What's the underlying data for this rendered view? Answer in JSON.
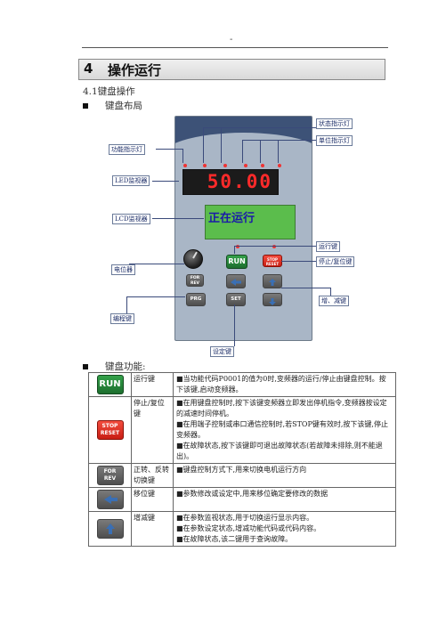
{
  "header": {
    "mark": "-"
  },
  "chapter": {
    "number": "4",
    "title": "操作运行"
  },
  "section": {
    "title": "4.1键盘操作"
  },
  "subsections": {
    "layout": "键盘布局",
    "functions": "键盘功能:"
  },
  "panel": {
    "led_value": "50.00",
    "lcd_text": "正在运行",
    "keys": {
      "run": "RUN",
      "stop_line1": "STOP",
      "stop_line2": "RESET",
      "for_line1": "FOR",
      "for_line2": "REV",
      "prg": "PRG",
      "set": "SET"
    }
  },
  "callouts": {
    "status_led": "状态指示灯",
    "unit_led": "单位指示灯",
    "function_led": "功能指示灯",
    "led_monitor": "LED监视器",
    "lcd_monitor": "LCD监视器",
    "run_key": "运行键",
    "stop_reset_key": "停止/复位键",
    "potentiometer": "电位器",
    "up_down_key": "增、减键",
    "program_key": "编程键",
    "set_key": "设定键"
  },
  "functions_table": [
    {
      "key": "RUN",
      "name": "运行键",
      "lines": [
        "■当功能代码P0001的值为0时,变频器的运行/停止由键盘控制。按下该键,启动变频器。"
      ]
    },
    {
      "key": "STOP RESET",
      "name": "停止/复位键",
      "lines": [
        "■在用键盘控制时,按下该键变频器立即发出停机指令,变频器按设定的减速时间停机。",
        "■在用端子控制或串口通信控制时,若STOP键有效时,按下该键,停止变频器。",
        "■在故障状态,按下该键即可退出故障状态(若故障未排除,则不能退出)。"
      ]
    },
    {
      "key": "FOR REV",
      "name": "正转、反转切换键",
      "lines": [
        "■键盘控制方式下,用来切换电机运行方向"
      ]
    },
    {
      "key": "shift",
      "name": "移位键",
      "lines": [
        "■参数修改或设定中,用来移位确定要修改的数据"
      ]
    },
    {
      "key": "up",
      "name": "增减键",
      "lines": [
        "■在参数监视状态,用于切换运行显示内容。",
        "■在参数设定状态,增减功能代码或代码内容。",
        "■在故障状态,该二键用于查询故障。"
      ]
    }
  ],
  "colors": {
    "run_green": "#2b8a3e",
    "stop_red": "#e0332a",
    "led_red": "#ff2a2a",
    "lcd_green": "#5bbd4c",
    "panel_blue": "#3d5277"
  }
}
